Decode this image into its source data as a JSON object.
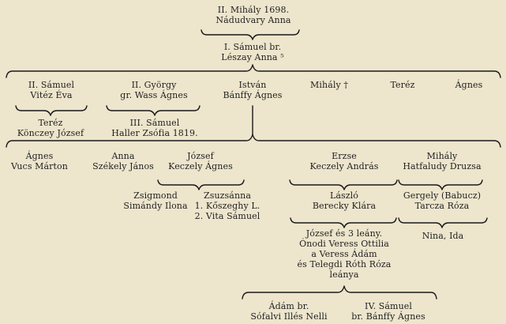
{
  "nodes": [
    {
      "id": "gen1",
      "lines": [
        "II. Mihály 1698.",
        "Nádudvary Anna"
      ]
    },
    {
      "id": "gen2",
      "lines": [
        "I. Sámuel br.",
        "Lészay Anna ⁵"
      ]
    },
    {
      "id": "samuel2",
      "lines": [
        "II. Sámuel",
        "Vitéz Éva"
      ]
    },
    {
      "id": "gyorgy2",
      "lines": [
        "II. György",
        "gr. Wass Ágnes"
      ]
    },
    {
      "id": "istvan",
      "lines": [
        "István",
        "Bánffy Ágnes"
      ]
    },
    {
      "id": "mihaly",
      "lines": [
        "Mihály †"
      ]
    },
    {
      "id": "terez1",
      "lines": [
        "Teréz"
      ]
    },
    {
      "id": "agnes1",
      "lines": [
        "Ágnes"
      ]
    },
    {
      "id": "terez2",
      "lines": [
        "Teréz",
        "Könczey József"
      ]
    },
    {
      "id": "samuel3",
      "lines": [
        "III. Sámuel",
        "Haller Zsófia 1819."
      ]
    },
    {
      "id": "agnes2",
      "lines": [
        "Ágnes",
        "Vucs Márton"
      ]
    },
    {
      "id": "anna",
      "lines": [
        "Anna",
        "Székely János"
      ]
    },
    {
      "id": "jozsef",
      "lines": [
        "József",
        "Keczely Ágnes"
      ]
    },
    {
      "id": "erzse",
      "lines": [
        "Erzse",
        "Keczely András"
      ]
    },
    {
      "id": "mihaly2",
      "lines": [
        "Mihály",
        "Hatfaludy Druzsa"
      ]
    },
    {
      "id": "zsigmond",
      "lines": [
        "Zsigmond",
        "Simándy Ilona"
      ]
    },
    {
      "id": "zsuzsanna",
      "lines": [
        "Zsuzsánna",
        "1. Kőszeghy L.",
        "2. Vita Sámuel"
      ]
    },
    {
      "id": "laszlo",
      "lines": [
        "László",
        "Berecky Klára"
      ]
    },
    {
      "id": "gergely",
      "lines": [
        "Gergely (Babucz)",
        "Tarcza Róza"
      ]
    },
    {
      "id": "nina",
      "lines": [
        "Nina, Ida"
      ]
    },
    {
      "id": "jozsef3",
      "lines": [
        "József és 3 leány.",
        "Ónodi Veress Ottilia",
        "a Veress Ádám",
        "és Telegdi Róth Róza",
        "leánya"
      ]
    },
    {
      "id": "adam",
      "lines": [
        "Ádám br.",
        "Sófalvi Illés Nelli"
      ]
    },
    {
      "id": "samuel4",
      "lines": [
        "IV. Sámuel",
        "br. Bánffy Ágnes"
      ]
    }
  ]
}
